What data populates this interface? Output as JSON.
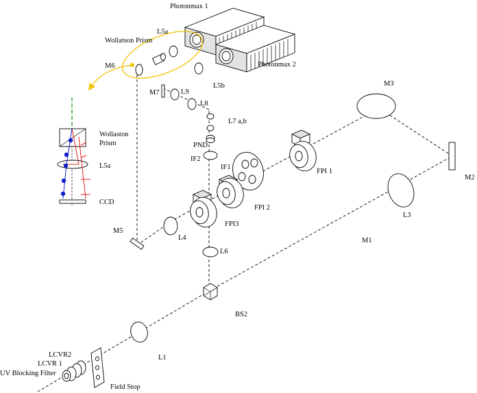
{
  "labels": {
    "photonmax1": "Photonmax 1",
    "photonmax2": "Photonmax 2",
    "l5a_top": "L5a",
    "wollaston_top": "Wollatson Prism",
    "m6": "M6",
    "l5b": "L5b",
    "m7": "M7",
    "l9": "L9",
    "l8": "L8",
    "l7ab": "L7 a,b",
    "pnd": "PND",
    "if2": "IF2",
    "if1": "IF1",
    "m3": "M3",
    "fpi1": "FPI 1",
    "m2": "M2",
    "fpi2": "FPI 2",
    "fpi3": "FPI3",
    "l3": "L3",
    "m5": "M5",
    "l4": "L4",
    "l6": "L6",
    "m1": "M1",
    "bs2": "BS2",
    "l1": "L1",
    "lcvr2": "LCVR2",
    "lcvr1": "LCVR 1",
    "uv_filter": "UV Blocking Filter",
    "field_stop": "Field Stop",
    "inset_wollaston_line1": "Wollaston",
    "inset_wollaston_line2": "Prism",
    "inset_l5a": "L5a",
    "inset_ccd": "CCD"
  },
  "colors": {
    "highlight": "#f2c200",
    "ray_green": "#1a8a1a",
    "ray_red": "#e02020",
    "ray_blue": "#1020c8",
    "component_fill": "#e2e2e2"
  }
}
